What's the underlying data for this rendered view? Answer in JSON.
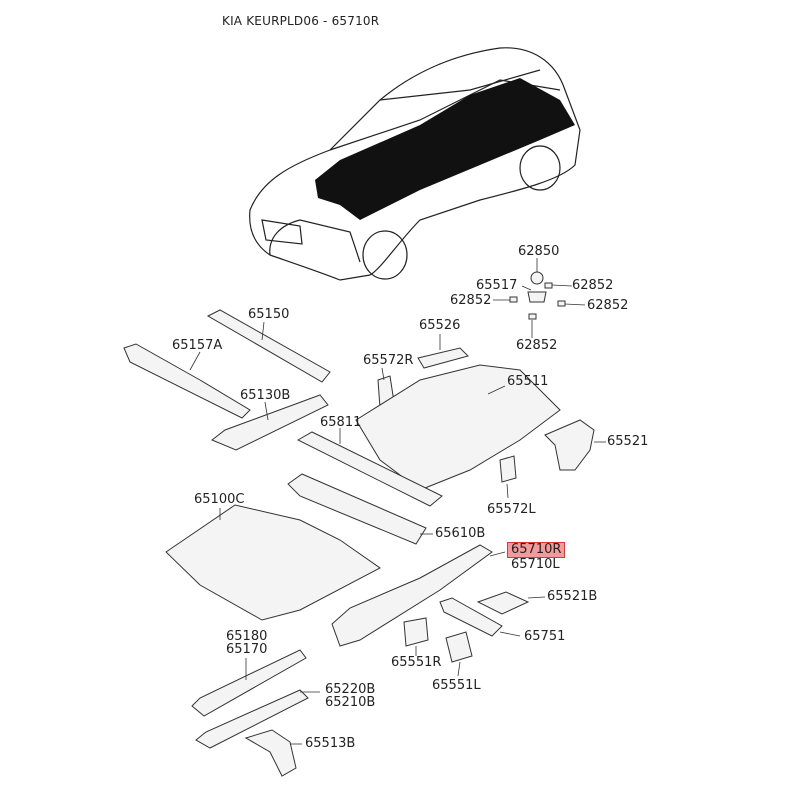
{
  "title": "KIA KEURPLD06 - 65710R",
  "highlight_color": "#f59a9a",
  "highlighted_part": "65710R",
  "parts": {
    "p62850": "62850",
    "p65517": "65517",
    "p62852a": "62852",
    "p62852b": "62852",
    "p62852c": "62852",
    "p62852d": "62852",
    "p65150": "65150",
    "p65157a": "65157A",
    "p65130b": "65130B",
    "p65526": "65526",
    "p65572r": "65572R",
    "p65511": "65511",
    "p65811": "65811",
    "p65521": "65521",
    "p65572l": "65572L",
    "p65100c": "65100C",
    "p65610b": "65610B",
    "p65710r": "65710R",
    "p65710l": "65710L",
    "p65521b": "65521B",
    "p65751": "65751",
    "p65180": "65180",
    "p65170": "65170",
    "p65551r": "65551R",
    "p65551l": "65551L",
    "p65220b": "65220B",
    "p65210b": "65210B",
    "p65513b": "65513B"
  }
}
